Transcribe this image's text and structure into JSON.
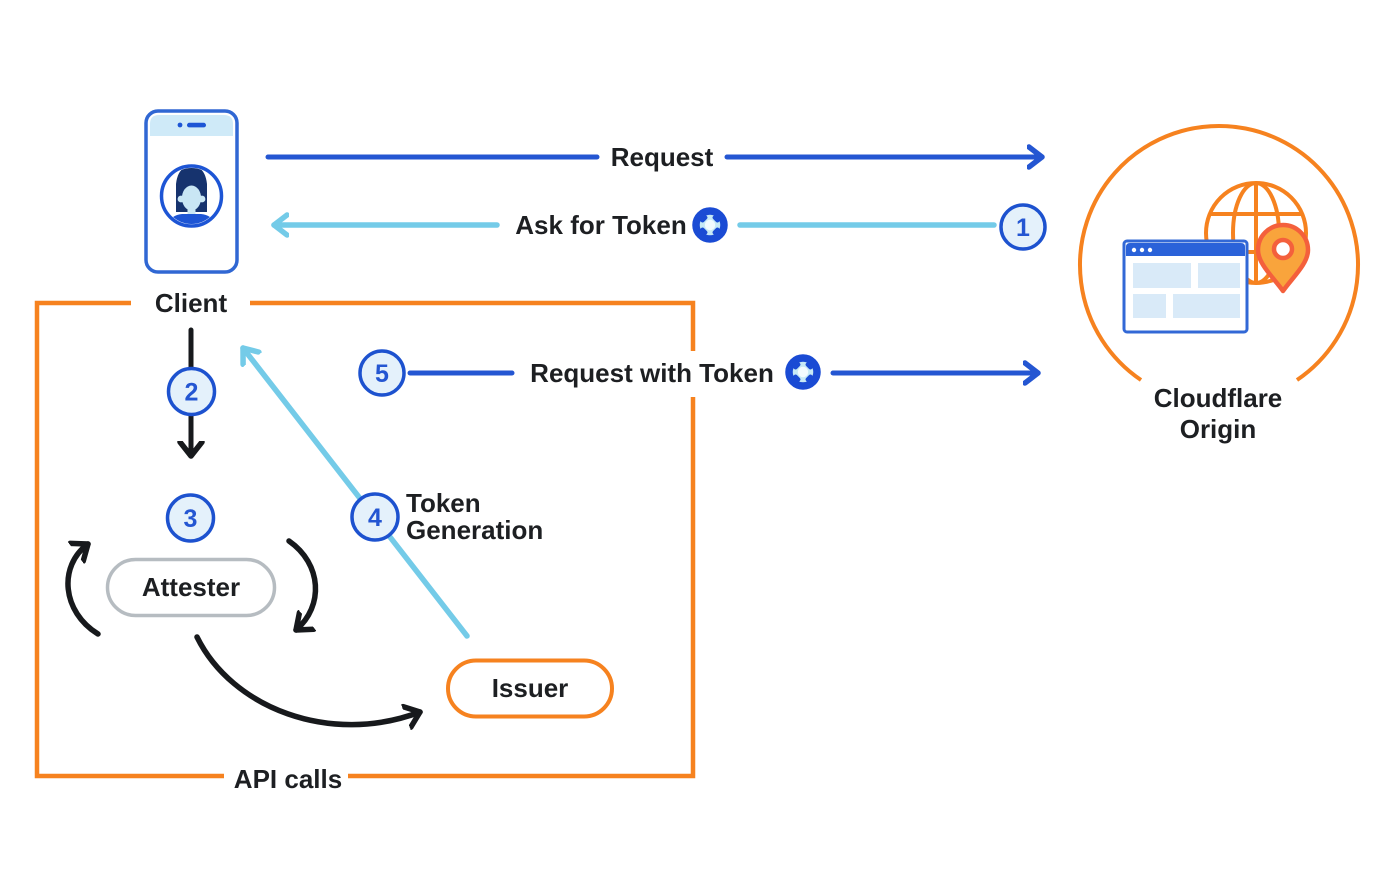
{
  "colors": {
    "dark_blue": "#2456d2",
    "light_blue": "#74cbe8",
    "orange": "#f6821f",
    "ink": "#1d1f22",
    "gray": "#b6bcc1",
    "step_fill": "#e4f1fb",
    "step_stroke": "#1d52cf",
    "token_ring": "#1a4bd4",
    "token_fill": "#c7e9f5",
    "screen_strip": "#cfeaf8",
    "browser_blue": "#2a62d9",
    "panel_blue": "#d9eaf8",
    "pin_stroke": "#f4603c",
    "pin_fill": "#f9a43c",
    "avatar_blue": "#1d55d5",
    "avatar_face": "#c9e6f4",
    "avatar_hair": "#16336e"
  },
  "nodes": {
    "client": {
      "label": "Client"
    },
    "attester": {
      "label": "Attester"
    },
    "issuer": {
      "label": "Issuer"
    },
    "origin": {
      "label_line1": "Cloudflare",
      "label_line2": "Origin"
    }
  },
  "flows": {
    "request": {
      "label": "Request"
    },
    "ask_for_token": {
      "step": "1",
      "label": "Ask for Token"
    },
    "client_to_attester": {
      "step": "2"
    },
    "attestation": {
      "step": "3"
    },
    "token_generation": {
      "step": "4",
      "label_line1": "Token",
      "label_line2": "Generation"
    },
    "request_with_token": {
      "step": "5",
      "label": "Request with Token"
    }
  },
  "box": {
    "label": "API calls"
  },
  "icons": {
    "client_device": "smartphone-user-icon",
    "token": "privacy-pass-token-icon",
    "origin": "globe-browser-location-pin-icon"
  }
}
